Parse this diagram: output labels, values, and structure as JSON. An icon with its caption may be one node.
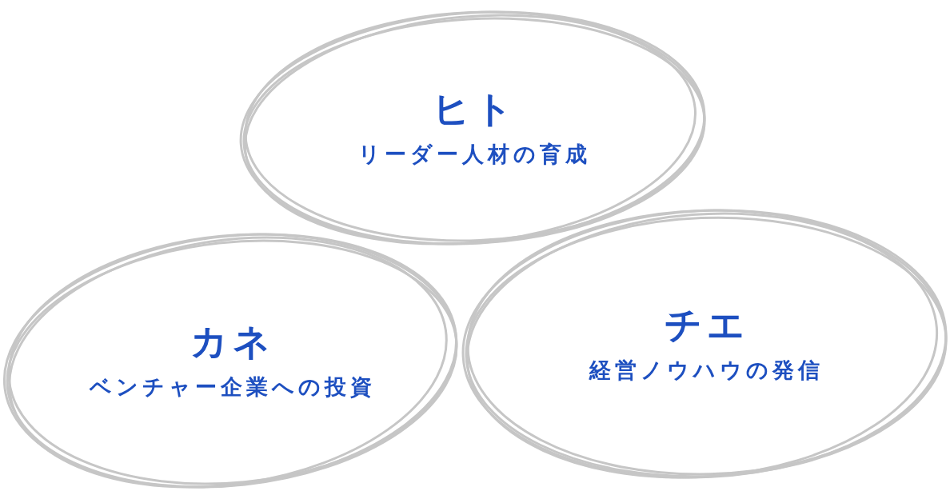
{
  "diagram": {
    "nodes": [
      {
        "text": [
          "ヒト",
          "リーダー人材の育成"
        ]
      },
      {
        "text": [
          "カネ",
          "ベンチャー企業への投資"
        ]
      },
      {
        "text": [
          "チエ",
          "経営ノウハウの発信"
        ]
      }
    ]
  }
}
